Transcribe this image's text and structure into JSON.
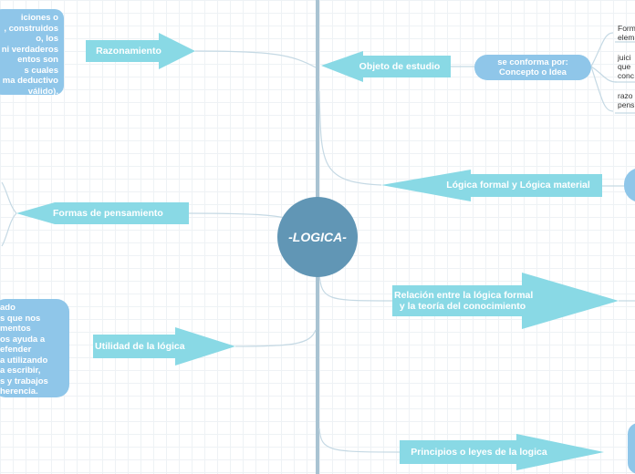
{
  "center": {
    "label": "-LOGICA-"
  },
  "left": {
    "razonamiento": {
      "label": "Razonamiento",
      "note_lines": [
        "iciones o",
        ", construidos",
        "o, los",
        "ni verdaderos",
        "entos son",
        "s cuales",
        "ma deductivo",
        "válido)."
      ]
    },
    "formas": {
      "label": "Formas de pensamiento"
    },
    "utilidad": {
      "label": "Utilidad de la lógica",
      "note_lines": [
        "ado",
        "s que nos",
        "mentos",
        "os ayuda a",
        "efender",
        "a  utilizando",
        "a escribir,",
        "s y trabajos",
        "herencia."
      ]
    }
  },
  "right": {
    "objeto": {
      "label": "Objeto de estudio",
      "sub": {
        "lines": [
          "se conforma por:",
          "Concepto o Idea"
        ],
        "children": [
          {
            "lines": [
              "Form",
              "elem"
            ]
          },
          {
            "lines": [
              "juici",
              "que",
              "conc"
            ]
          },
          {
            "lines": [
              "razo",
              "pens"
            ]
          }
        ]
      }
    },
    "logica_fm": {
      "label": "Lógica formal y Lógica material"
    },
    "relacion": {
      "lines": [
        "Relación entre la lógica  formal",
        "y la teoría del conocimiento"
      ]
    },
    "principios": {
      "label": "Principios o leyes de la logica"
    }
  }
}
